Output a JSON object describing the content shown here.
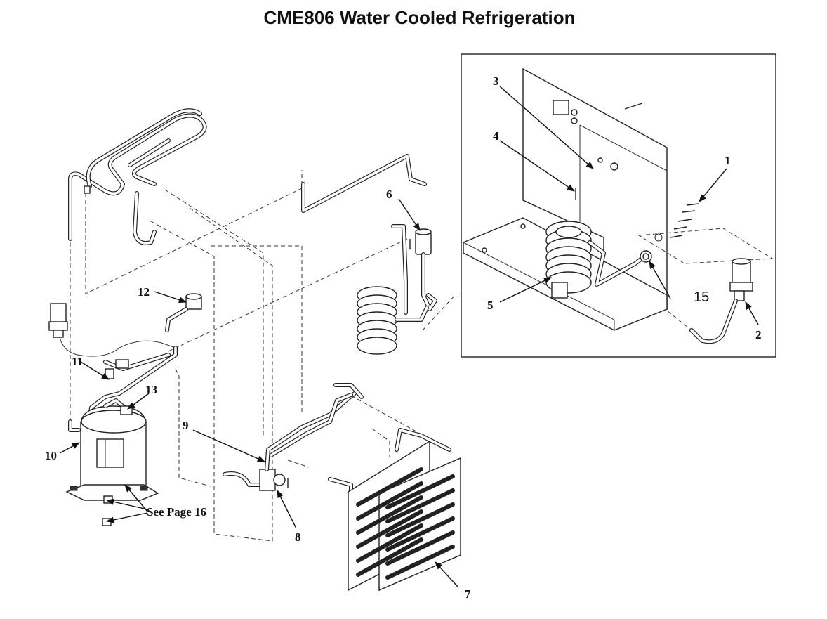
{
  "title": "CME806 Water Cooled Refrigeration",
  "callouts": {
    "c1": "1",
    "c2": "2",
    "c3": "3",
    "c4": "4",
    "c5": "5",
    "c6": "6",
    "c7": "7",
    "c8": "8",
    "c9": "9",
    "c10": "10",
    "c11": "11",
    "c12": "12",
    "c13": "13",
    "c15": "15",
    "see_page": "See Page 16"
  }
}
